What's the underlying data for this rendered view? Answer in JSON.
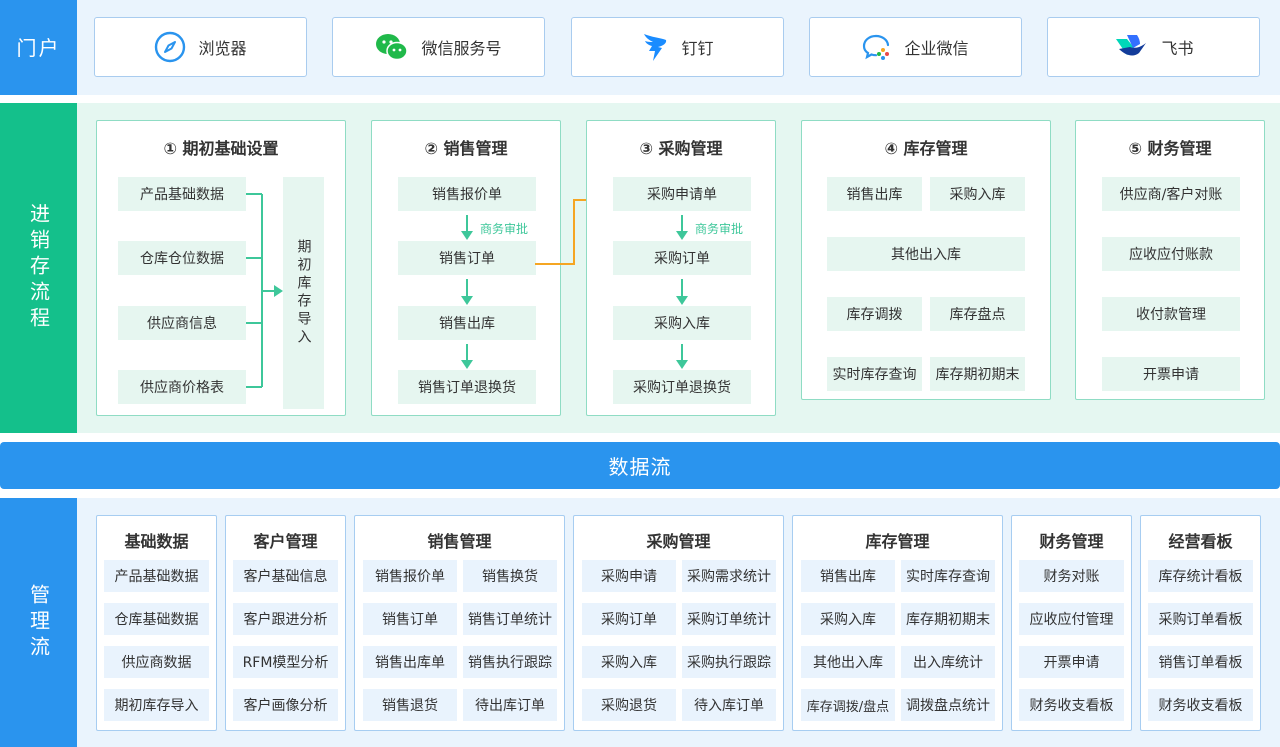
{
  "portal": {
    "label": "门户",
    "items": [
      {
        "name": "浏览器",
        "icon": "compass-icon"
      },
      {
        "name": "微信服务号",
        "icon": "wechat-icon"
      },
      {
        "name": "钉钉",
        "icon": "dingtalk-icon"
      },
      {
        "name": "企业微信",
        "icon": "wecom-icon"
      },
      {
        "name": "飞书",
        "icon": "feishu-icon"
      }
    ]
  },
  "process": {
    "label": "进销存流程",
    "initial": {
      "title": "① 期初基础设置",
      "items": [
        "产品基础数据",
        "仓库仓位数据",
        "供应商信息",
        "供应商价格表"
      ],
      "import_label": "期初库存导入"
    },
    "sales": {
      "title": "② 销售管理",
      "items": [
        "销售报价单",
        "销售订单",
        "销售出库",
        "销售订单退换货"
      ],
      "note": "商务审批"
    },
    "purchase": {
      "title": "③ 采购管理",
      "items": [
        "采购申请单",
        "采购订单",
        "采购入库",
        "采购订单退换货"
      ],
      "note": "商务审批"
    },
    "inventory": {
      "title": "④ 库存管理",
      "items": [
        "销售出库",
        "采购入库",
        "其他出入库",
        "库存调拨",
        "库存盘点",
        "实时库存查询",
        "库存期初期末"
      ]
    },
    "finance": {
      "title": "⑤ 财务管理",
      "items": [
        "供应商/客户对账",
        "应收应付账款",
        "收付款管理",
        "开票申请"
      ]
    }
  },
  "dataflow": {
    "label": "数据流"
  },
  "management": {
    "label": "管理流",
    "panels": [
      {
        "title": "基础数据",
        "items": [
          "产品基础数据",
          "仓库基础数据",
          "供应商数据",
          "期初库存导入"
        ]
      },
      {
        "title": "客户管理",
        "items": [
          "客户基础信息",
          "客户跟进分析",
          "RFM模型分析",
          "客户画像分析"
        ]
      },
      {
        "title": "销售管理",
        "items": [
          "销售报价单",
          "销售换货",
          "销售订单",
          "销售订单统计",
          "销售出库单",
          "销售执行跟踪",
          "销售退货",
          "待出库订单"
        ]
      },
      {
        "title": "采购管理",
        "items": [
          "采购申请",
          "采购需求统计",
          "采购订单",
          "采购订单统计",
          "采购入库",
          "采购执行跟踪",
          "采购退货",
          "待入库订单"
        ]
      },
      {
        "title": "库存管理",
        "items": [
          "销售出库",
          "实时库存查询",
          "采购入库",
          "库存期初期末",
          "其他出入库",
          "出入库统计",
          "库存调拨/盘点",
          "调拨盘点统计"
        ]
      },
      {
        "title": "财务管理",
        "items": [
          "财务对账",
          "应收应付管理",
          "开票申请",
          "财务收支看板"
        ]
      },
      {
        "title": "经营看板",
        "items": [
          "库存统计看板",
          "采购订单看板",
          "销售订单看板",
          "财务收支看板"
        ]
      }
    ]
  },
  "colors": {
    "blue": "#2a94ee",
    "green": "#14c08b",
    "orange": "#f5a623"
  }
}
